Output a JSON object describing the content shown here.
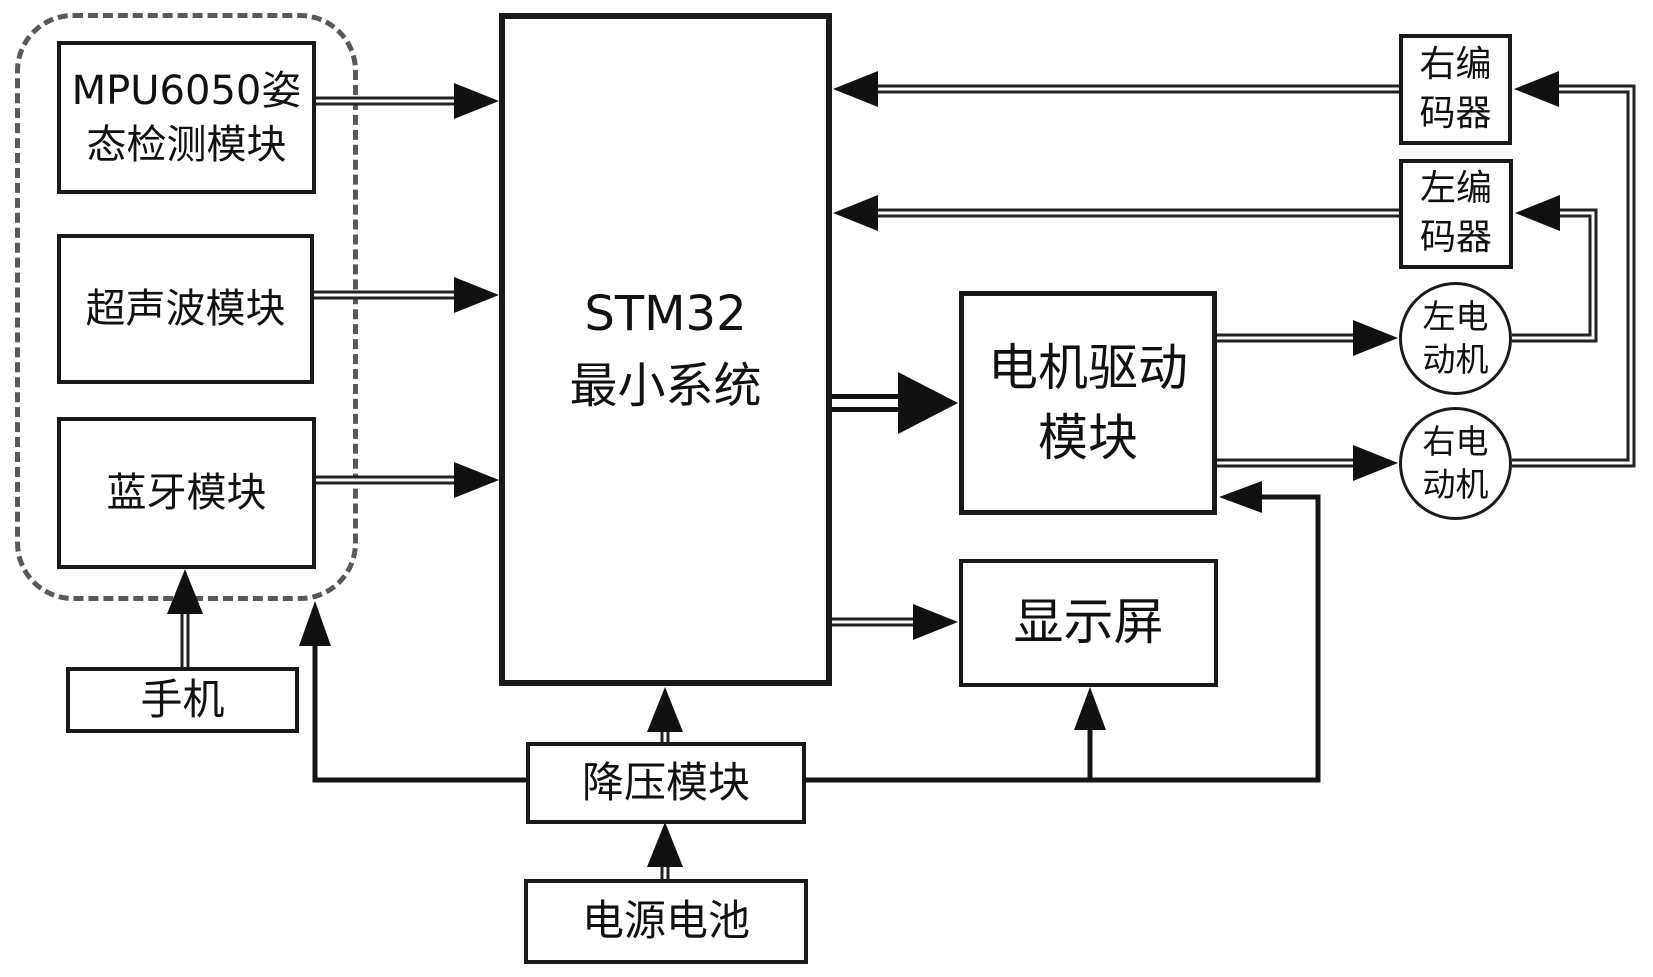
{
  "diagram": {
    "kind": "block-diagram",
    "background": "#ffffff",
    "line_color": "#1a1a1a",
    "dashed_group_color": "#595959"
  },
  "nodes": {
    "mpu": "MPU6050姿\n态检测模块",
    "ultrasonic": "超声波模块",
    "bluetooth": "蓝牙模块",
    "phone": "手机",
    "stm32": "STM32\n最小系统",
    "motor_driver": "电机驱动\n模块",
    "display": "显示屏",
    "buck": "降压模块",
    "battery": "电源电池",
    "right_encoder": "右编\n码器",
    "left_encoder": "左编\n码器",
    "left_motor": "左电\n动机",
    "right_motor": "右电\n动机"
  },
  "edges": [
    {
      "from": "MPU6050姿态检测模块",
      "to": "STM32最小系统",
      "type": "signal"
    },
    {
      "from": "超声波模块",
      "to": "STM32最小系统",
      "type": "signal"
    },
    {
      "from": "蓝牙模块",
      "to": "STM32最小系统",
      "type": "signal"
    },
    {
      "from": "手机",
      "to": "蓝牙模块",
      "type": "signal"
    },
    {
      "from": "STM32最小系统",
      "to": "电机驱动模块",
      "type": "signal"
    },
    {
      "from": "STM32最小系统",
      "to": "显示屏",
      "type": "signal"
    },
    {
      "from": "右编码器",
      "to": "STM32最小系统",
      "type": "signal"
    },
    {
      "from": "左编码器",
      "to": "STM32最小系统",
      "type": "signal"
    },
    {
      "from": "电机驱动模块",
      "to": "左电动机",
      "type": "signal"
    },
    {
      "from": "电机驱动模块",
      "to": "右电动机",
      "type": "signal"
    },
    {
      "from": "左电动机",
      "to": "左编码器",
      "type": "signal"
    },
    {
      "from": "右电动机",
      "to": "右编码器",
      "type": "signal"
    },
    {
      "from": "电源电池",
      "to": "降压模块",
      "type": "power"
    },
    {
      "from": "降压模块",
      "to": "STM32最小系统",
      "type": "power"
    },
    {
      "from": "降压模块",
      "to": "传感器模块组(虚线框)",
      "type": "power"
    },
    {
      "from": "降压模块",
      "to": "显示屏",
      "type": "power"
    },
    {
      "from": "降压模块",
      "to": "电机驱动模块",
      "type": "power"
    }
  ]
}
